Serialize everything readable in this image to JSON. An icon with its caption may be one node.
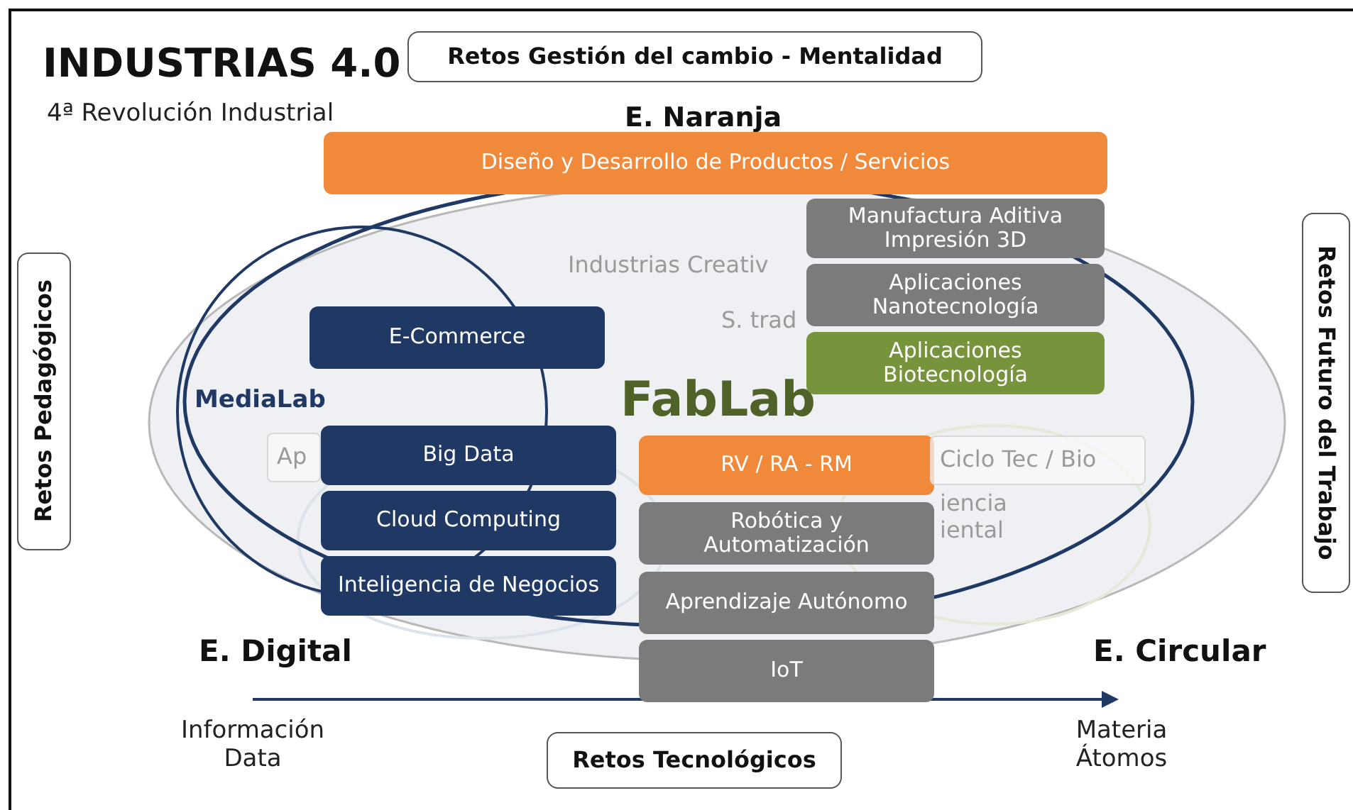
{
  "diagram": {
    "title": "INDUSTRIAS 4.0",
    "nodes": [
      {
        "text": [
          "Retos Gestión del cambio - Mentalidad"
        ]
      },
      {
        "text": [
          "Retos Pedagógicos"
        ]
      },
      {
        "text": [
          "Retos Futuro del Trabajo"
        ]
      },
      {
        "text": [
          "Retos Tecnológicos"
        ]
      },
      {
        "text": [
          "Diseño y Desarrollo de Productos / Servicios"
        ]
      },
      {
        "text": [
          "Manufactura Aditiva Impresión 3D"
        ]
      },
      {
        "text": [
          "Aplicaciones Nanotecnología"
        ]
      },
      {
        "text": [
          "Aplicaciones Biotecnología"
        ]
      },
      {
        "text": [
          "E-Commerce"
        ]
      },
      {
        "text": [
          "Ap"
        ]
      },
      {
        "text": [
          "Big Data"
        ]
      },
      {
        "text": [
          "Cloud Computing"
        ]
      },
      {
        "text": [
          "Inteligencia de Negocios"
        ]
      },
      {
        "text": [
          "RV / RA - RM"
        ]
      },
      {
        "text": [
          "Ciclo Tec / Bio"
        ]
      },
      {
        "text": [
          "Robótica y Automatización"
        ]
      },
      {
        "text": [
          "Aprendizaje Autónomo"
        ]
      },
      {
        "text": [
          "IoT"
        ]
      }
    ],
    "edges": [],
    "labels": [
      "4ª Revolución Industrial",
      "E. Naranja",
      "Industrias Creativ",
      "S. trad",
      "MediaLab",
      "FabLab",
      "iencia iental",
      "E. Digital",
      "E. Circular",
      "Información Data",
      "Materia Átomos"
    ]
  }
}
